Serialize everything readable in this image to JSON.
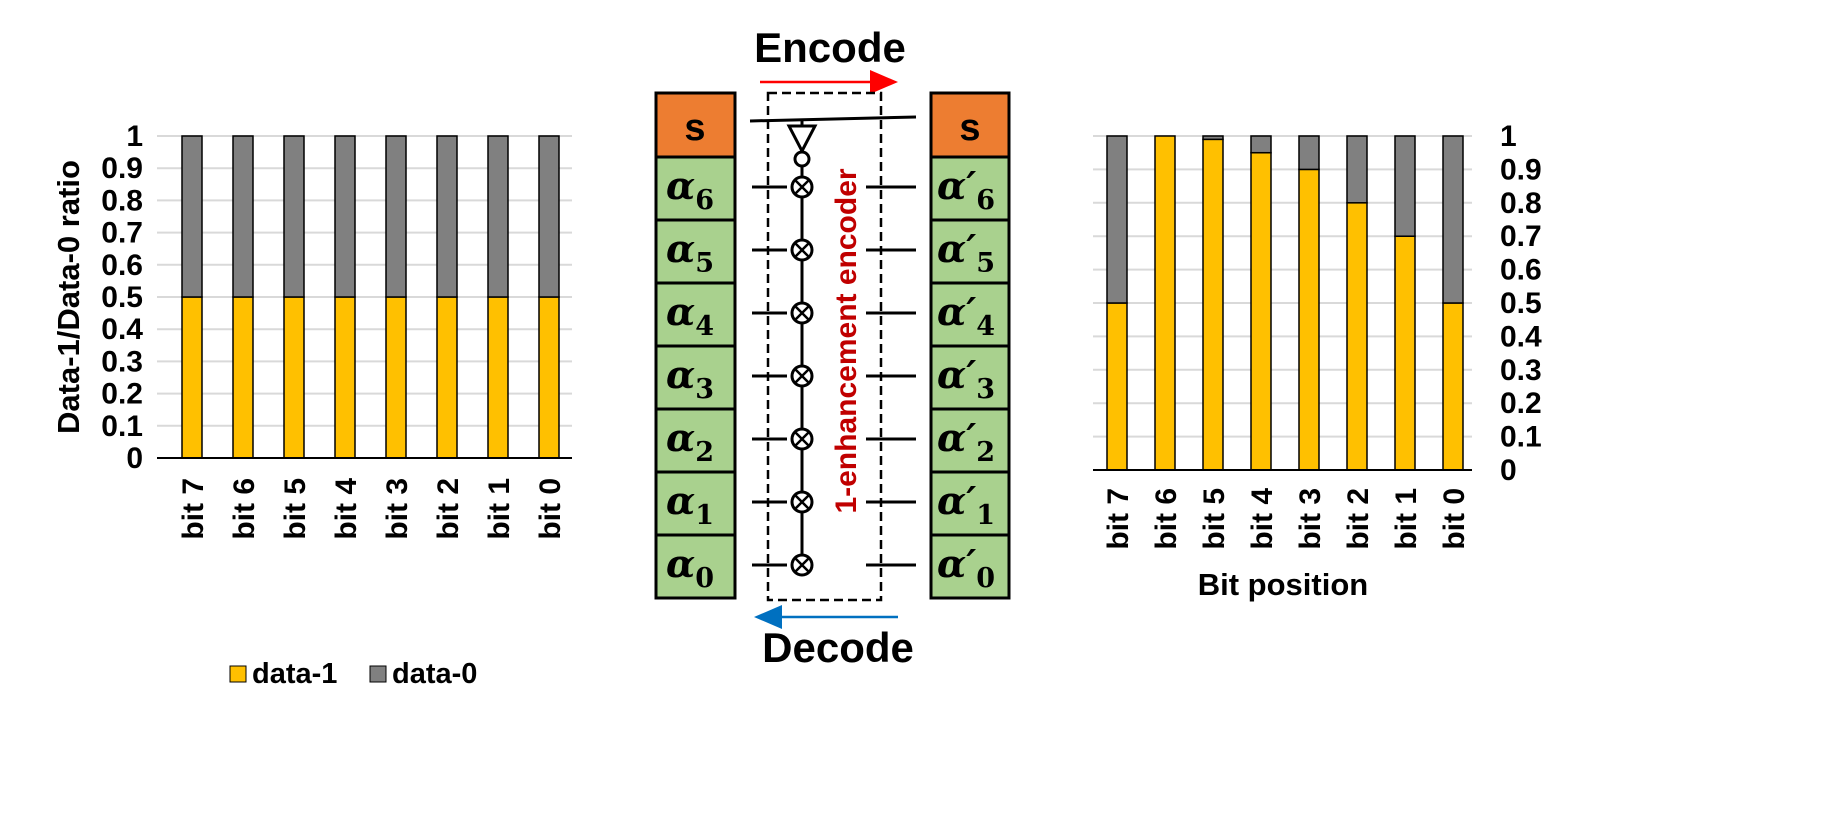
{
  "colors": {
    "data1": "#FFC000",
    "data0": "#808080",
    "sign": "#ED7D31",
    "cell": "#A9D18E",
    "encode_arrow": "#FF0000",
    "decode_arrow": "#0070C0",
    "encoder_text": "#C00000"
  },
  "chart_data": [
    {
      "type": "bar",
      "stacked": true,
      "categories": [
        "bit 7",
        "bit 6",
        "bit 5",
        "bit 4",
        "bit 3",
        "bit 2",
        "bit 1",
        "bit 0"
      ],
      "series": [
        {
          "name": "data-1",
          "values": [
            0.5,
            0.5,
            0.5,
            0.5,
            0.5,
            0.5,
            0.5,
            0.5
          ]
        },
        {
          "name": "data-0",
          "values": [
            0.5,
            0.5,
            0.5,
            0.5,
            0.5,
            0.5,
            0.5,
            0.5
          ]
        }
      ],
      "yticks": [
        "0",
        "0.1",
        "0.2",
        "0.3",
        "0.4",
        "0.5",
        "0.6",
        "0.7",
        "0.8",
        "0.9",
        "1"
      ],
      "ylabel": "Data-1/Data-0 ratio",
      "xlabel": "",
      "ylim": [
        0,
        1
      ],
      "grid": true,
      "legend": "bottom",
      "legend_labels": [
        "data-1",
        "data-0"
      ]
    },
    {
      "type": "bar",
      "stacked": true,
      "categories": [
        "bit 7",
        "bit 6",
        "bit 5",
        "bit 4",
        "bit 3",
        "bit 2",
        "bit 1",
        "bit 0"
      ],
      "series": [
        {
          "name": "data-1",
          "values": [
            0.5,
            1.0,
            0.99,
            0.95,
            0.9,
            0.8,
            0.7,
            0.5
          ]
        },
        {
          "name": "data-0",
          "values": [
            0.5,
            0.0,
            0.01,
            0.05,
            0.1,
            0.2,
            0.3,
            0.5
          ]
        }
      ],
      "yticks": [
        "0",
        "0.1",
        "0.2",
        "0.3",
        "0.4",
        "0.5",
        "0.6",
        "0.7",
        "0.8",
        "0.9",
        "1"
      ],
      "xlabel": "Bit position",
      "ylabel": "",
      "ylim": [
        0,
        1
      ],
      "grid": true,
      "axis_side": "right"
    }
  ],
  "diagram": {
    "encode_label": "Encode",
    "decode_label": "Decode",
    "encoder_label": "1-enhancement encoder",
    "sign_label": "s",
    "left_cells": [
      {
        "sym": "α",
        "sub": "6"
      },
      {
        "sym": "α",
        "sub": "5"
      },
      {
        "sym": "α",
        "sub": "4"
      },
      {
        "sym": "α",
        "sub": "3"
      },
      {
        "sym": "α",
        "sub": "2"
      },
      {
        "sym": "α",
        "sub": "1"
      },
      {
        "sym": "α",
        "sub": "0"
      }
    ],
    "right_cells": [
      {
        "sym": "α′",
        "sub": "6"
      },
      {
        "sym": "α′",
        "sub": "5"
      },
      {
        "sym": "α′",
        "sub": "4"
      },
      {
        "sym": "α′",
        "sub": "3"
      },
      {
        "sym": "α′",
        "sub": "2"
      },
      {
        "sym": "α′",
        "sub": "1"
      },
      {
        "sym": "α′",
        "sub": "0"
      }
    ]
  }
}
